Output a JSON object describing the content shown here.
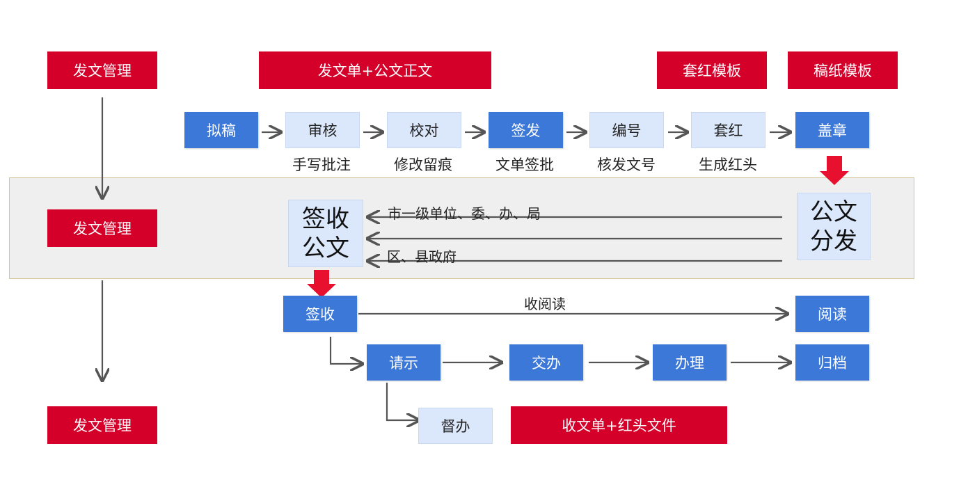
{
  "legend": {
    "fawen_top": "发文管理",
    "fawen_mid": "发文管理",
    "fawen_bottom": "发文管理",
    "form_fawen": "发文单+公文正文",
    "template_taohong": "套红模板",
    "template_gaozhi": "稿纸模板",
    "form_shouwen": "收文单+红头文件"
  },
  "draft_flow": {
    "steps": [
      "拟稿",
      "审核",
      "校对",
      "签发",
      "编号",
      "套红",
      "盖章"
    ],
    "captions": [
      "手写批注",
      "修改留痕",
      "文单签批",
      "核发文号",
      "生成红头"
    ]
  },
  "distribution": {
    "receive_box": [
      "签收",
      "公文"
    ],
    "send_box": [
      "公文",
      "分发"
    ],
    "target_city": "市一级单位、委、办、局",
    "target_county": "区、县政府"
  },
  "receive_flow": {
    "sign": "签收",
    "read_label": "收阅读",
    "read": "阅读",
    "steps": [
      "请示",
      "交办",
      "办理",
      "归档"
    ],
    "supervise": "督办"
  },
  "colors": {
    "red": "#d4002a",
    "blue": "#3b78d8",
    "light_blue": "#dbe7fb",
    "band": "#efefef",
    "arrow": "#555555"
  }
}
